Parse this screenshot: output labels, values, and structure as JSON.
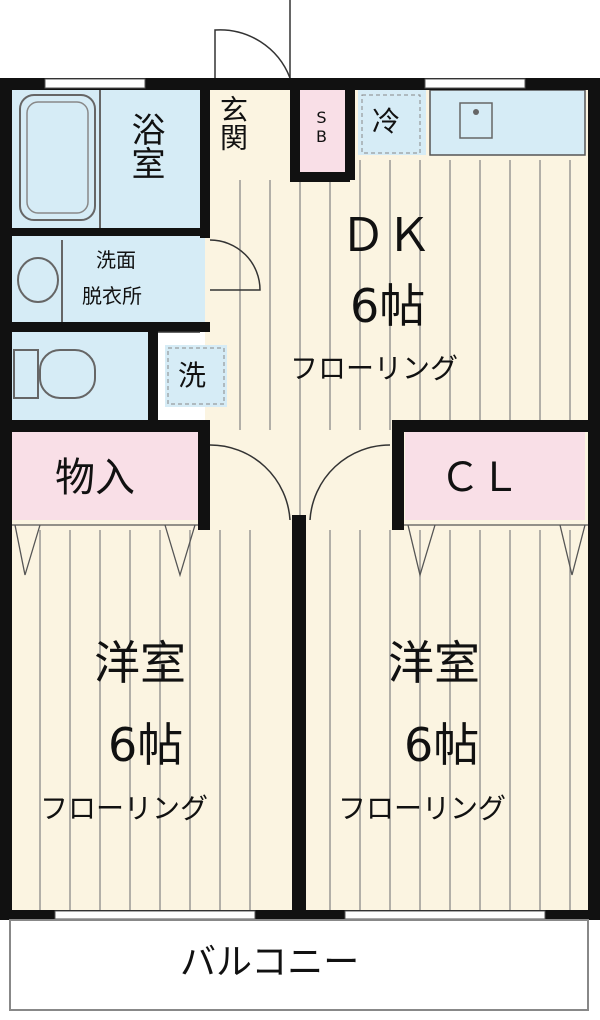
{
  "rooms": {
    "bath": "浴室",
    "entrance": "玄関",
    "shoe_box": "SB",
    "fridge": "冷",
    "dk": {
      "name": "ＤＫ",
      "size": "6帖",
      "floor": "フローリング"
    },
    "washroom_line1": "洗面",
    "washroom_line2": "脱衣所",
    "washer": "洗",
    "storage": "物入",
    "closet": "ＣＬ",
    "west_room": {
      "name": "洋室",
      "size": "6帖",
      "floor": "フローリング"
    },
    "east_room": {
      "name": "洋室",
      "size": "6帖",
      "floor": "フローリング"
    },
    "balcony": "バルコニー"
  },
  "colors": {
    "wall": "#111111",
    "wet_area": "#d6ecf6",
    "floor": "#fbf4e1",
    "closet": "#f9dfe7",
    "floor_line": "#7a7a7a"
  }
}
